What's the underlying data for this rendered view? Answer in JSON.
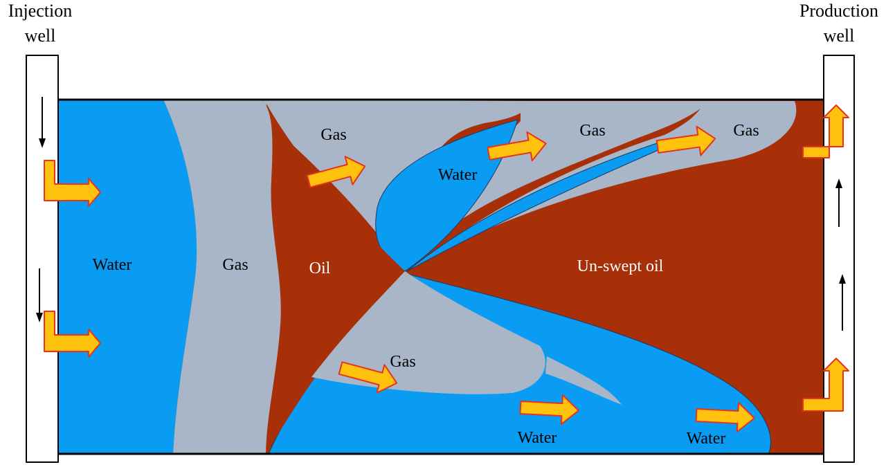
{
  "wells": {
    "injection": {
      "line1": "Injection",
      "line2": "well"
    },
    "production": {
      "line1": "Production",
      "line2": "well"
    }
  },
  "regions": {
    "water_main": "Water",
    "gas_main": "Gas",
    "oil_main": "Oil",
    "gas_upper_1": "Gas",
    "water_upper_1": "Water",
    "gas_upper_2": "Gas",
    "gas_upper_3": "Gas",
    "unswept_oil": "Un-swept oil",
    "gas_lower": "Gas",
    "water_lower_1": "Water",
    "water_lower_2": "Water"
  },
  "colors": {
    "water": "#0a9bf2",
    "gas": "#a9b6c8",
    "oil": "#a83009",
    "arrow_fill": "#ffc20e",
    "arrow_stroke": "#e8321e",
    "outline": "#000000"
  }
}
